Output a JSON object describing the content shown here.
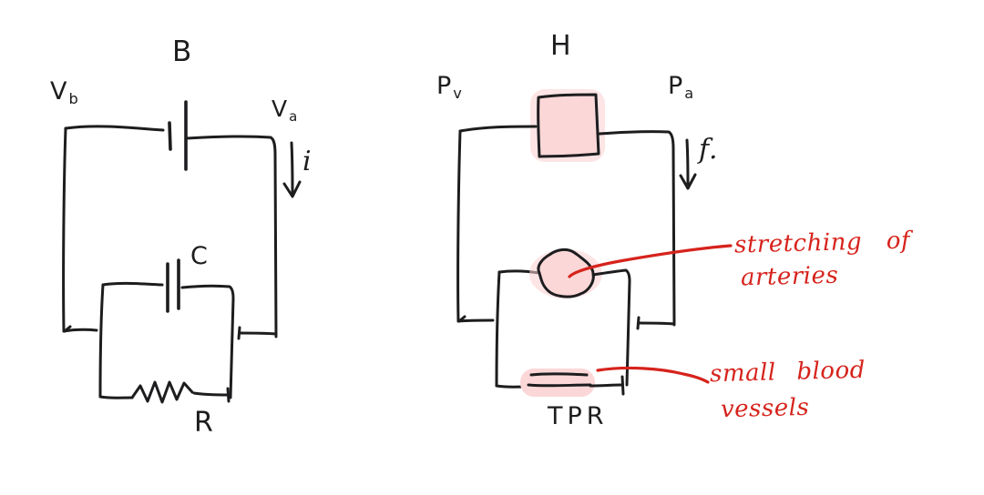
{
  "colors": {
    "ink": "#1d1d1f",
    "red": "#d6231c",
    "pink_fill": "#fcd7d8",
    "pink_halo": "#fbcdd0",
    "background": "#ffffff"
  },
  "left_circuit": {
    "battery_label": "B",
    "node_left": {
      "main": "V",
      "sub": "b"
    },
    "node_right": {
      "main": "V",
      "sub": "a"
    },
    "current_label": "i",
    "capacitor_label": "C",
    "resistor_label": "R"
  },
  "right_circuit": {
    "heart_label": "H",
    "node_left": {
      "main": "P",
      "sub": "v"
    },
    "node_right": {
      "main": "P",
      "sub": "a"
    },
    "flow_label": "f.",
    "tpr_label": "TPR"
  },
  "annotations": {
    "stretching": {
      "line1": "stretching of",
      "line2": "arteries"
    },
    "vessels": {
      "line1": "small blood",
      "line2": "vessels"
    }
  }
}
